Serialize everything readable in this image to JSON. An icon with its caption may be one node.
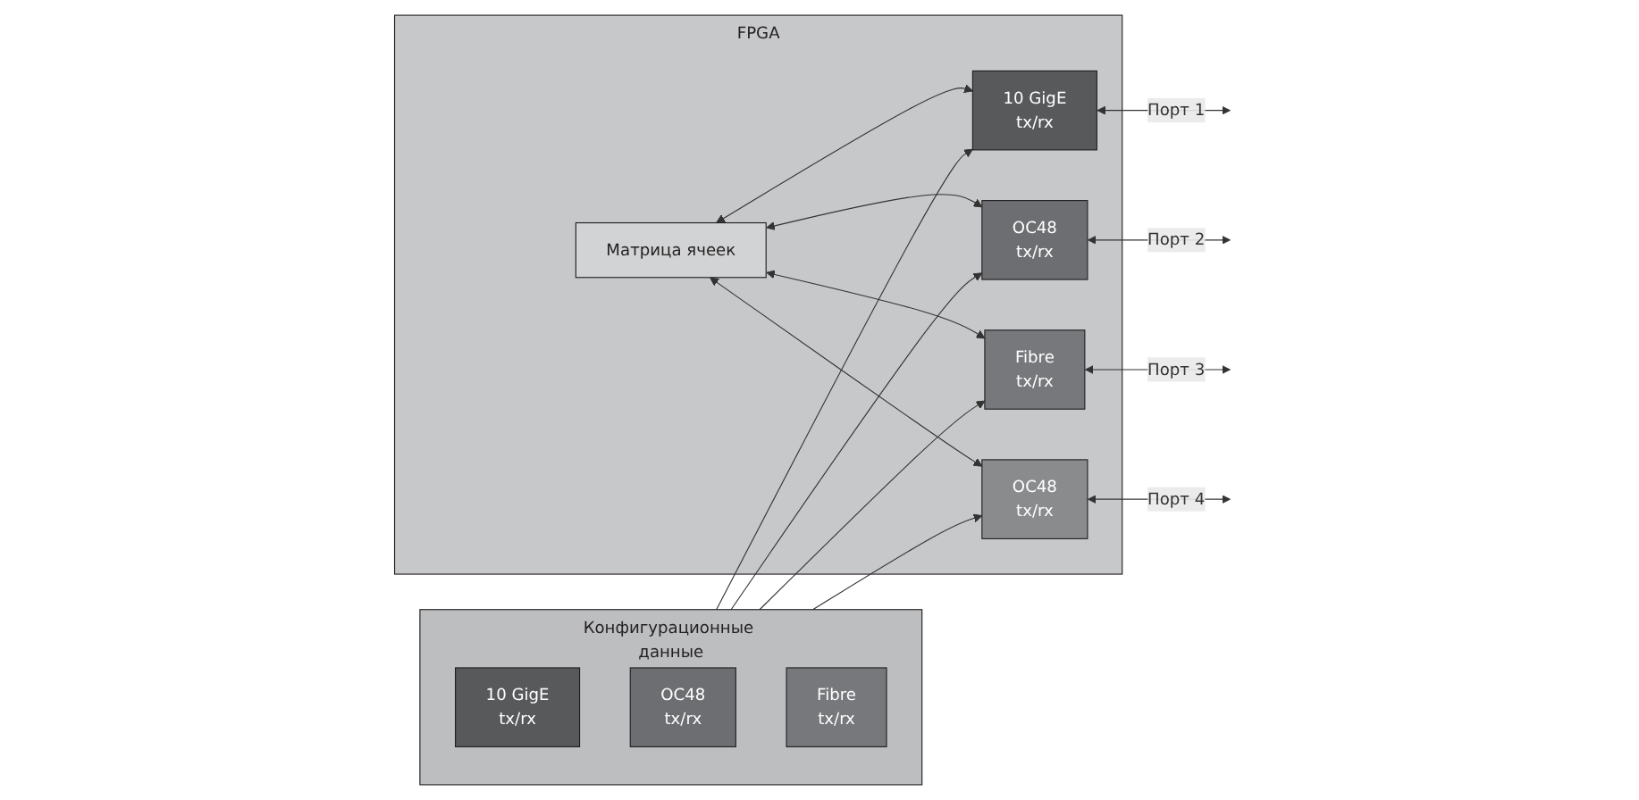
{
  "diagram": {
    "nodes": [
      {
        "text": [
          "Конфигурационные данные"
        ]
      },
      {
        "text": [
          "10 GigE",
          "tx/rx"
        ],
        "in": 0
      },
      {
        "text": [
          "OC48",
          "tx/rx"
        ],
        "in": 0
      },
      {
        "text": [
          "Fibre",
          "tx/rx"
        ],
        "in": 0
      },
      {
        "text": [
          "FPGA"
        ]
      },
      {
        "text": [
          "Матрица ячеек"
        ],
        "in": 4
      },
      {
        "text": [
          "10 GigE",
          "tx/rx"
        ],
        "in": 4
      },
      {
        "text": [
          "OC48",
          "tx/rx"
        ],
        "in": 4
      },
      {
        "text": [
          "Fibre",
          "tx/rx"
        ],
        "in": 4
      },
      {
        "text": [
          "OC48",
          "tx/rx"
        ],
        "in": 4
      }
    ],
    "edges": [
      {
        "from": 0,
        "to": 6,
        "arrow": "to"
      },
      {
        "from": 0,
        "to": 7,
        "arrow": "to"
      },
      {
        "from": 0,
        "to": 8,
        "arrow": "to"
      },
      {
        "from": 0,
        "to": 9,
        "arrow": "to"
      },
      {
        "from": 5,
        "to": 6,
        "arrow": "both"
      },
      {
        "from": 5,
        "to": 7,
        "arrow": "both"
      },
      {
        "from": 5,
        "to": 8,
        "arrow": "both"
      },
      {
        "from": 5,
        "to": 9,
        "arrow": "both"
      },
      {
        "from": 6,
        "to": null,
        "arrow": "both",
        "label": "Порт 1"
      },
      {
        "from": 7,
        "to": null,
        "arrow": "both",
        "label": "Порт 2"
      },
      {
        "from": 8,
        "to": null,
        "arrow": "both",
        "label": "Порт 3"
      },
      {
        "from": 9,
        "to": null,
        "arrow": "both",
        "label": "Порт 4"
      }
    ]
  }
}
